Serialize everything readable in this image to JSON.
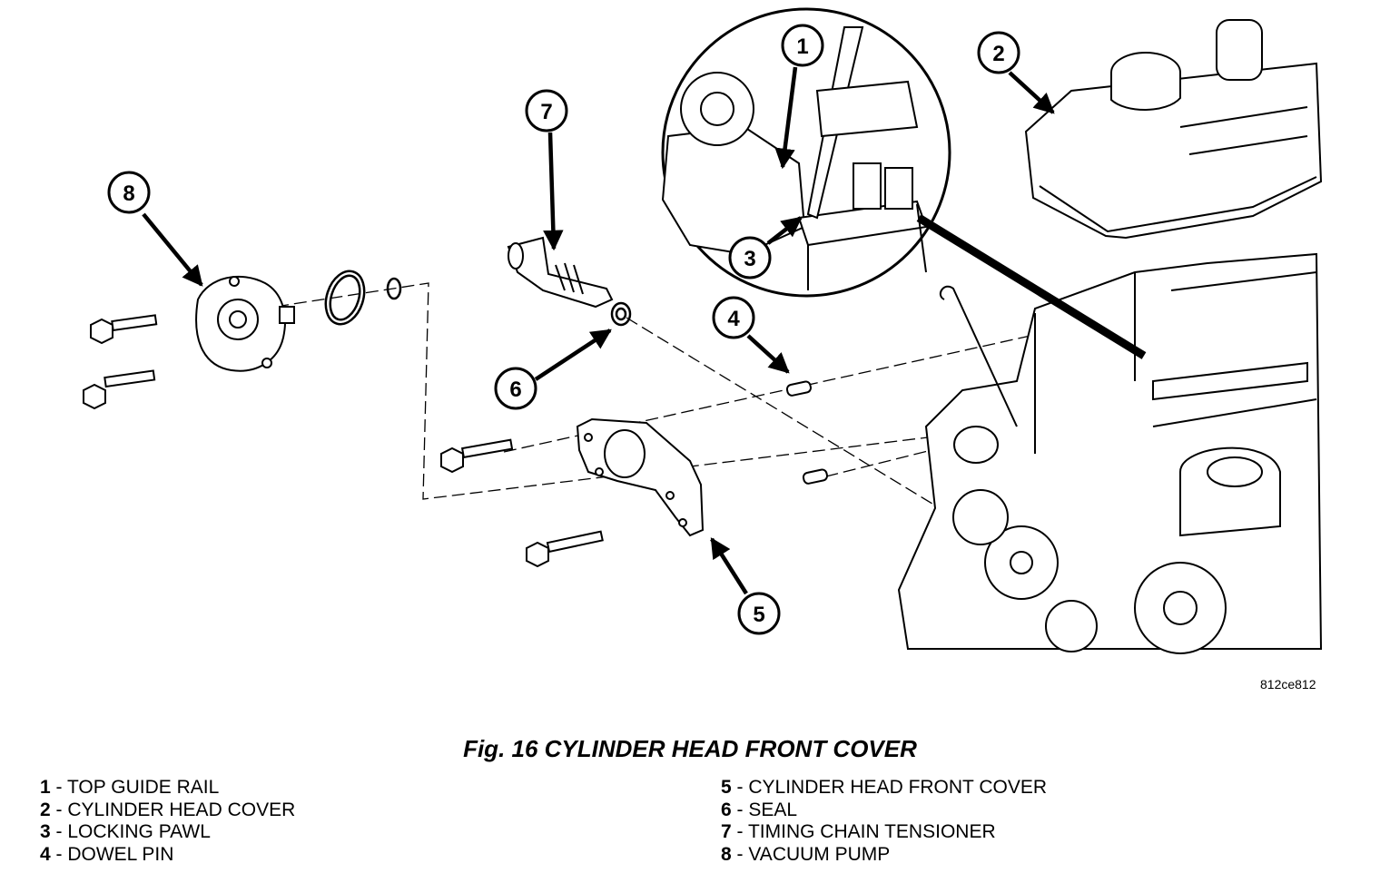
{
  "figure": {
    "code": "812ce812",
    "caption": "Fig. 16 CYLINDER HEAD FRONT COVER"
  },
  "callouts": [
    "1",
    "2",
    "3",
    "4",
    "5",
    "6",
    "7",
    "8"
  ],
  "legend": [
    {
      "num": "1",
      "sep": " - ",
      "label": "TOP GUIDE RAIL"
    },
    {
      "num": "2",
      "sep": " - ",
      "label": "CYLINDER HEAD COVER"
    },
    {
      "num": "3",
      "sep": " - ",
      "label": "LOCKING PAWL"
    },
    {
      "num": "4",
      "sep": " - ",
      "label": "DOWEL PIN"
    },
    {
      "num": "5",
      "sep": " - ",
      "label": "CYLINDER HEAD FRONT COVER"
    },
    {
      "num": "6",
      "sep": " - ",
      "label": "SEAL"
    },
    {
      "num": "7",
      "sep": " - ",
      "label": "TIMING CHAIN TENSIONER"
    },
    {
      "num": "8",
      "sep": " - ",
      "label": "VACUUM PUMP"
    }
  ]
}
